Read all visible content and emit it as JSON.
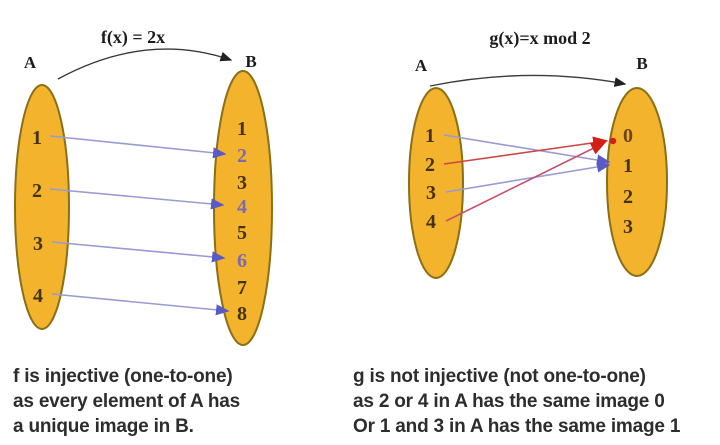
{
  "left_diagram": {
    "title": "f(x) = 2x",
    "domain_label": "A",
    "codomain_label": "B",
    "set_a": [
      "1",
      "2",
      "3",
      "4"
    ],
    "set_b": [
      "1",
      "2",
      "3",
      "4",
      "5",
      "6",
      "7",
      "8"
    ],
    "mappings": [
      {
        "from": "1",
        "to": "2",
        "color": "blue"
      },
      {
        "from": "2",
        "to": "4",
        "color": "blue"
      },
      {
        "from": "3",
        "to": "6",
        "color": "blue"
      },
      {
        "from": "4",
        "to": "8",
        "color": "blue"
      }
    ],
    "caption_lines": [
      "f is injective (one-to-one)",
      "as every element of A has",
      "a unique image in B."
    ]
  },
  "right_diagram": {
    "title": "g(x)=x mod 2",
    "domain_label": "A",
    "codomain_label": "B",
    "set_a": [
      "1",
      "2",
      "3",
      "4"
    ],
    "set_b": [
      "0",
      "1",
      "2",
      "3"
    ],
    "mappings": [
      {
        "from": "1",
        "to": "1",
        "color": "blue"
      },
      {
        "from": "2",
        "to": "0",
        "color": "red"
      },
      {
        "from": "3",
        "to": "1",
        "color": "blue"
      },
      {
        "from": "4",
        "to": "0",
        "color": "red"
      }
    ],
    "caption_lines": [
      "g is not injective (not one-to-one)",
      "as 2 or 4 in A has the same image 0",
      "Or 1 and 3 in A has the same image 1"
    ]
  },
  "colors": {
    "ellipse_fill": "#F3B32C",
    "ellipse_stroke": "#8A6F15",
    "element_text": "#44330a",
    "purple_tinted_element": "#7b6cae",
    "blue_arrow_line": "#979bd4",
    "blue_arrowhead": "#5a5ac6",
    "red_arrow_line": "#cc4843",
    "red_arrowhead": "#d41f14",
    "arc_stroke": "#3a3a3a",
    "caption_text": "#2d2d2d",
    "background": "#ffffff"
  }
}
